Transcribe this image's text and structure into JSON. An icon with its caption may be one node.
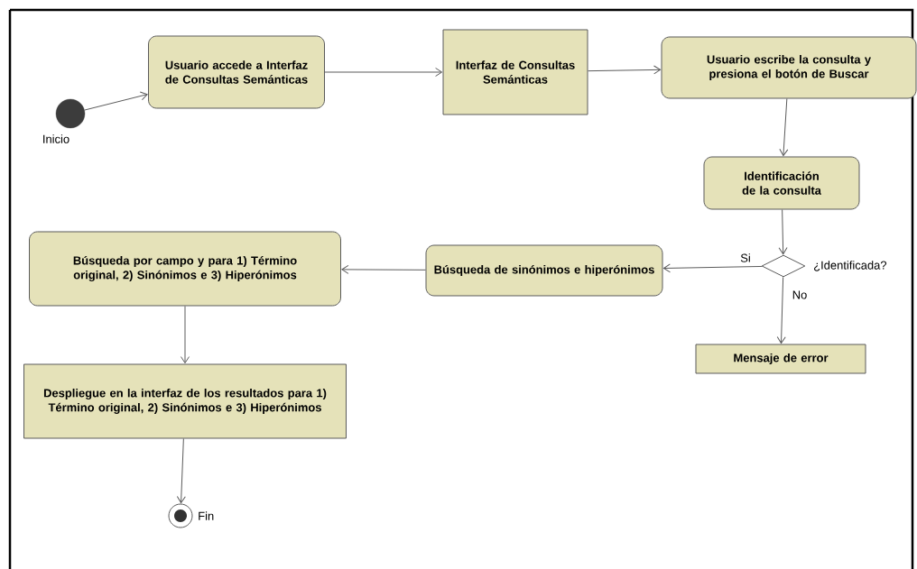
{
  "diagram": {
    "nodes": [
      {
        "text": [],
        "shape": "circle",
        "beside": [
          "Inicio"
        ]
      },
      {
        "text": [
          "Usuario accede a Interfaz de Consultas Semánticas"
        ]
      },
      {
        "text": [
          "Interfaz de Consultas Semánticas"
        ]
      },
      {
        "text": [
          "Usuario escribe la consulta y presiona el botón de Buscar"
        ]
      },
      {
        "text": [
          "Identificación de la consulta"
        ]
      },
      {
        "text": [],
        "shape": "diamond",
        "beside": [
          "¿Identificada?"
        ]
      },
      {
        "text": [
          "Búsqueda de sinónimos e hiperónimos"
        ]
      },
      {
        "text": [
          "Búsqueda por campo y para 1) Término original, 2) Sinónimos e 3) Hiperónimos"
        ]
      },
      {
        "text": [
          "Mensaje de error"
        ]
      },
      {
        "text": [
          "Despliegue en la interfaz de los resultados para 1) Término original, 2) Sinónimos e 3) Hiperónimos"
        ]
      },
      {
        "text": [],
        "shape": "circle",
        "beside": [
          "Fin"
        ]
      }
    ],
    "edges": [
      {
        "from": 0,
        "to": 1,
        "arrow": "to"
      },
      {
        "from": 1,
        "to": 2,
        "arrow": "to"
      },
      {
        "from": 2,
        "to": 3,
        "arrow": "to"
      },
      {
        "from": 3,
        "to": 4,
        "arrow": "to"
      },
      {
        "from": 4,
        "to": 5,
        "arrow": "to"
      },
      {
        "from": 5,
        "to": 6,
        "arrow": "to",
        "label": "Si"
      },
      {
        "from": 5,
        "to": 8,
        "arrow": "to",
        "label": "No"
      },
      {
        "from": 6,
        "to": 7,
        "arrow": "to"
      },
      {
        "from": 7,
        "to": 9,
        "arrow": "to"
      },
      {
        "from": 9,
        "to": 10,
        "arrow": "to"
      }
    ]
  }
}
